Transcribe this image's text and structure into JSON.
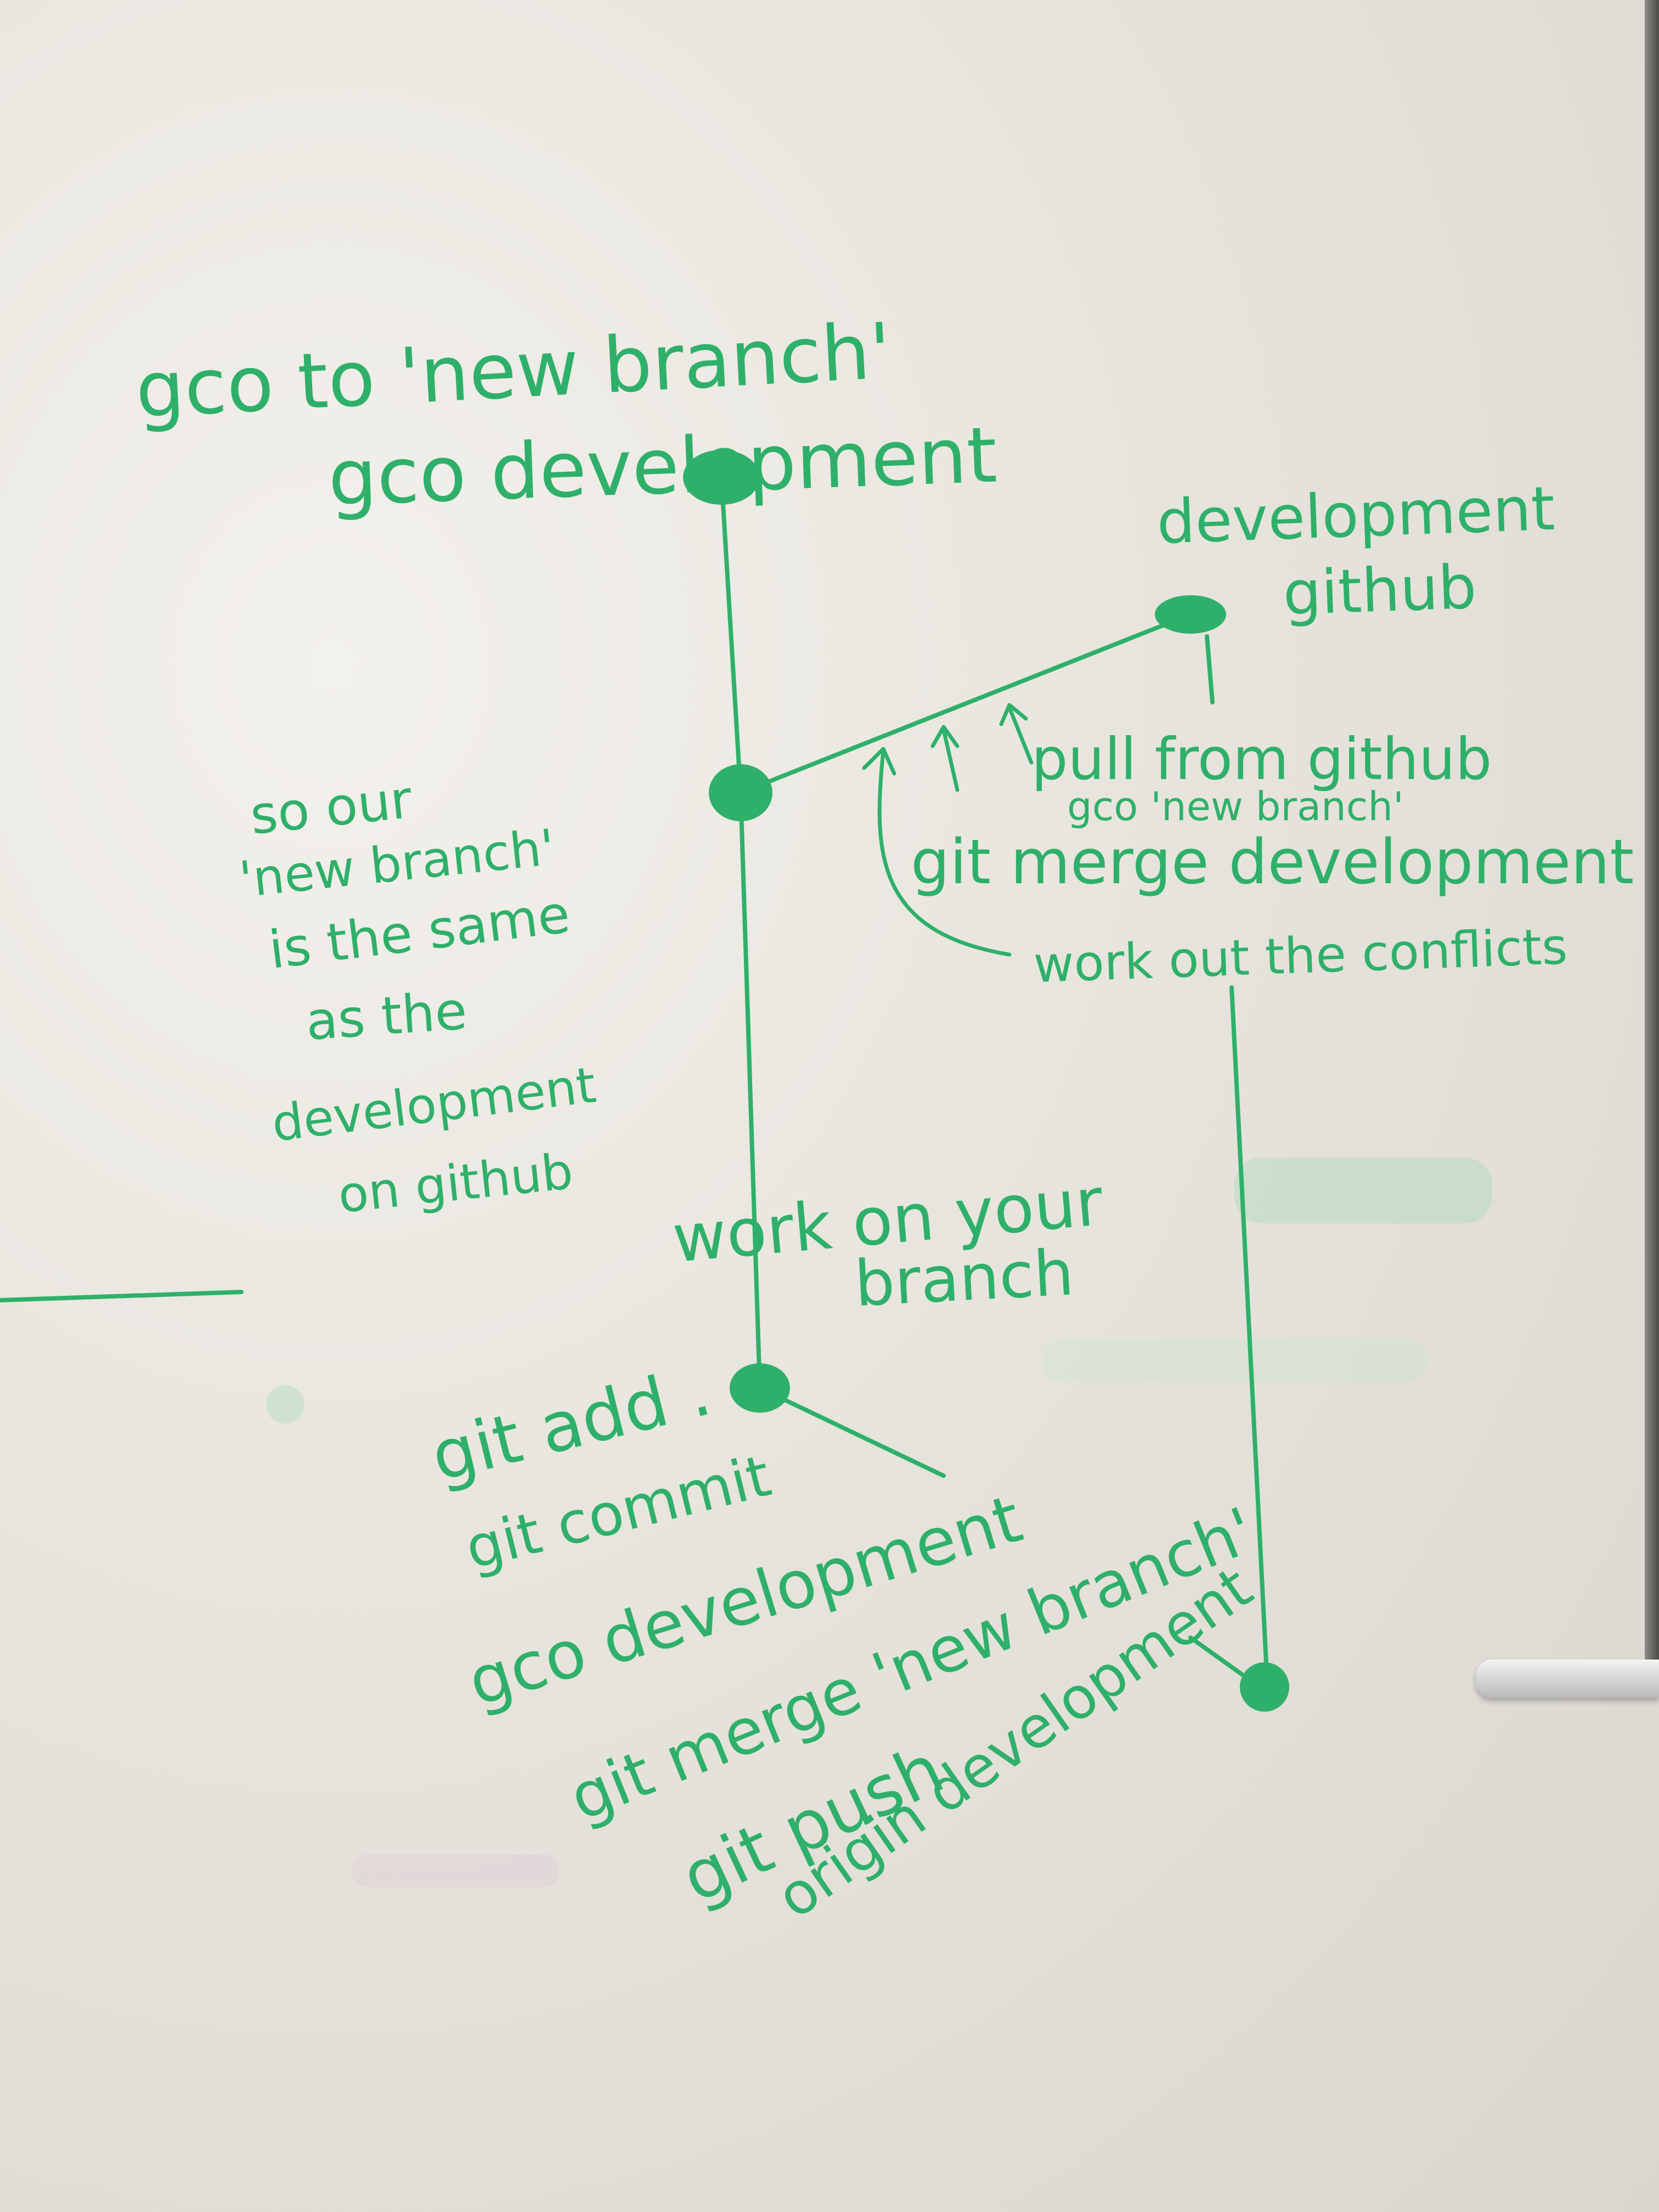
{
  "board": {
    "marker_color": "#2fb06a",
    "faint_color": "#9fd8b6"
  },
  "labels": {
    "top_line1": "gco to 'new branch'",
    "top_line2": "gco development",
    "github_line1": "development",
    "github_line2": "github",
    "pull_line1": "pull from github",
    "pull_line2": "gco 'new branch'",
    "pull_line3": "git merge development",
    "conflicts": "work out the conflicts",
    "note_line1": "so our",
    "note_line2": "'new branch'",
    "note_line3": "is the same",
    "note_line4": "as the",
    "note_line5": "development",
    "note_line6": "on github",
    "work_line1": "work on your",
    "work_line2": "branch",
    "cmd_line1": "git add .",
    "cmd_line2": "git commit",
    "cmd_line3": "gco development",
    "cmd_line4": "git merge 'new branch'",
    "cmd_line5": "git push",
    "cmd_line6": "origin development"
  }
}
